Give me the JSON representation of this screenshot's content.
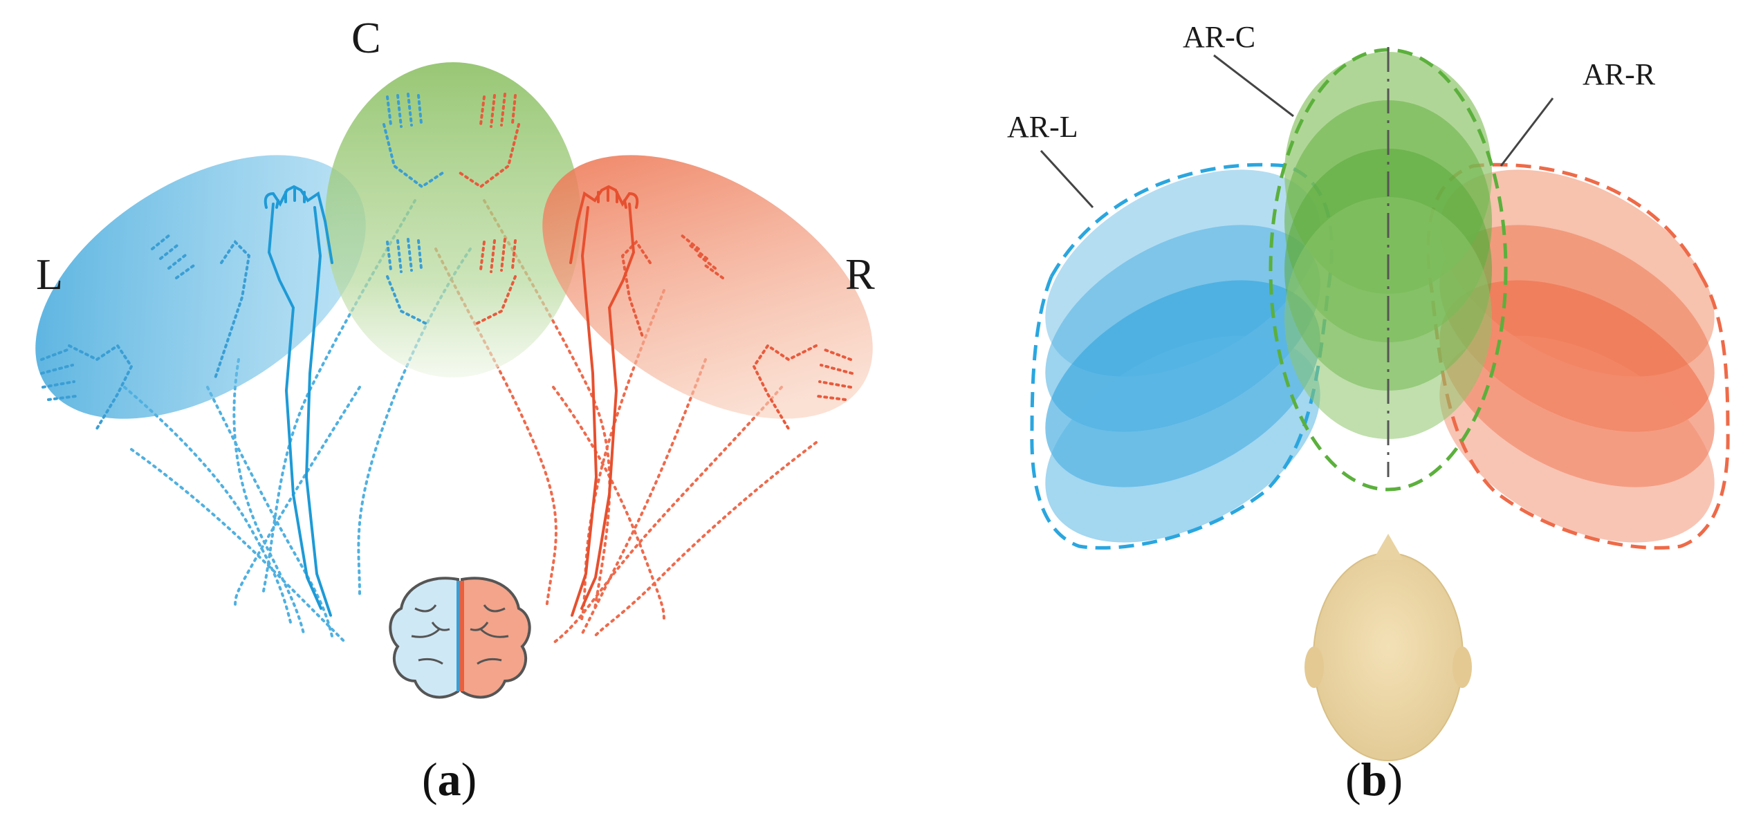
{
  "panel_a": {
    "labels": {
      "left": "L",
      "center": "C",
      "right": "R"
    },
    "caption": {
      "open": "(",
      "letter": "a",
      "close": ")"
    },
    "colors": {
      "left": "#4fb0e0",
      "center": "#9ccc78",
      "right": "#f08a6a"
    }
  },
  "panel_b": {
    "labels": {
      "left": "AR-L",
      "center": "AR-C",
      "right": "AR-R"
    },
    "caption": {
      "open": "(",
      "letter": "b",
      "close": ")"
    },
    "colors": {
      "left": "#1fa8e0",
      "center": "#5aaa3c",
      "right": "#ee6040"
    }
  }
}
